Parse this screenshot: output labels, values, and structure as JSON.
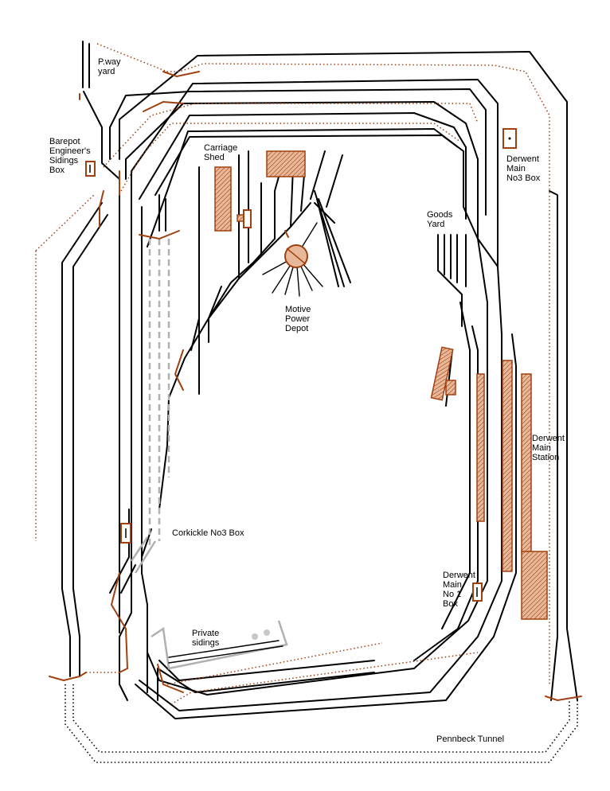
{
  "labels": {
    "pway_yard": "P.way\nyard",
    "barepot_box": "Barepot\nEngineer's\nSidings\nBox",
    "carriage_shed": "Carriage\nShed",
    "goods_yard": "Goods\nYard",
    "motive_power_depot": "Motive\nPower\nDepot",
    "derwent_main_no3_box": "Derwent\nMain\nNo3 Box",
    "derwent_main_station": "Derwent\nMain\nStation",
    "corkickle_no3_box": "Corkickle No3 Box",
    "derwent_main_no1_box": "Derwent\nMain\nNo 1\nBox",
    "private_sidings": "Private\nsidings",
    "pennbeck_tunnel": "Pennbeck Tunnel"
  },
  "colors": {
    "track": "#000000",
    "structure": "#a0400f",
    "private_sidings": "#b0b0b0"
  }
}
